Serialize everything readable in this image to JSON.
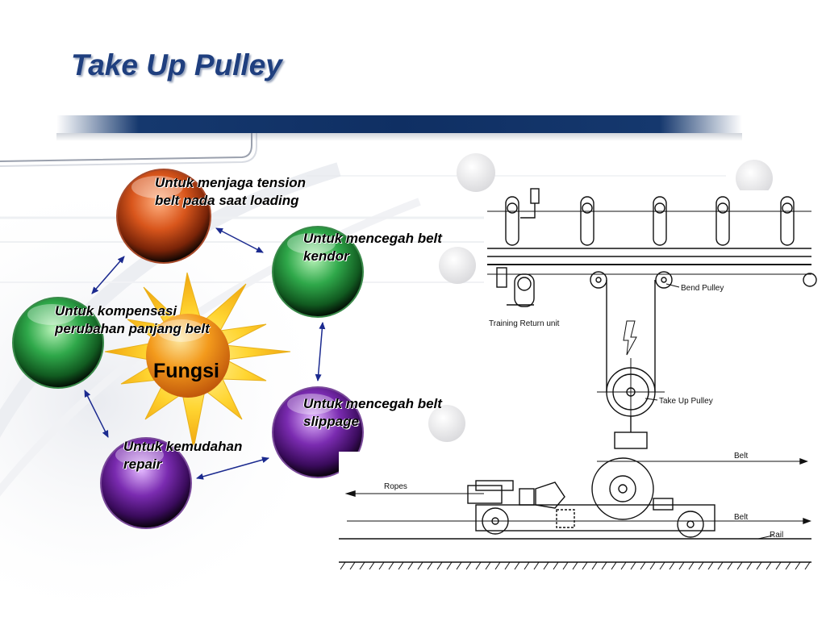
{
  "slide": {
    "title": "Take Up Pulley"
  },
  "cluster": {
    "center": "Fungsi",
    "functions": [
      {
        "text_line1": "Untuk menjaga tension",
        "text_line2": "belt pada saat loading",
        "color": "#d9561c"
      },
      {
        "text_line1": "Untuk mencegah belt",
        "text_line2": "kendor",
        "color": "#2fa84a"
      },
      {
        "text_line1": "Untuk mencegah belt",
        "text_line2": "slippage",
        "color": "#7a2bb0"
      },
      {
        "text_line1": "Untuk kemudahan",
        "text_line2": "repair",
        "color": "#7a2bb0"
      },
      {
        "text_line1": "Untuk kompensasi",
        "text_line2": "perubahan panjang belt",
        "color": "#2fa84a"
      }
    ],
    "arrow_color": "#1b2a8f"
  },
  "drawing": {
    "labels": {
      "bend_pulley": "Bend Pulley",
      "training_return_unit": "Training Return unit",
      "take_up_pulley": "Take Up Pulley",
      "belt_top": "Belt",
      "ropes": "Ropes",
      "belt_bottom": "Belt",
      "rail": "Rail"
    }
  },
  "colors": {
    "title": "#1f3f7f",
    "banner": "#0f2f63"
  }
}
